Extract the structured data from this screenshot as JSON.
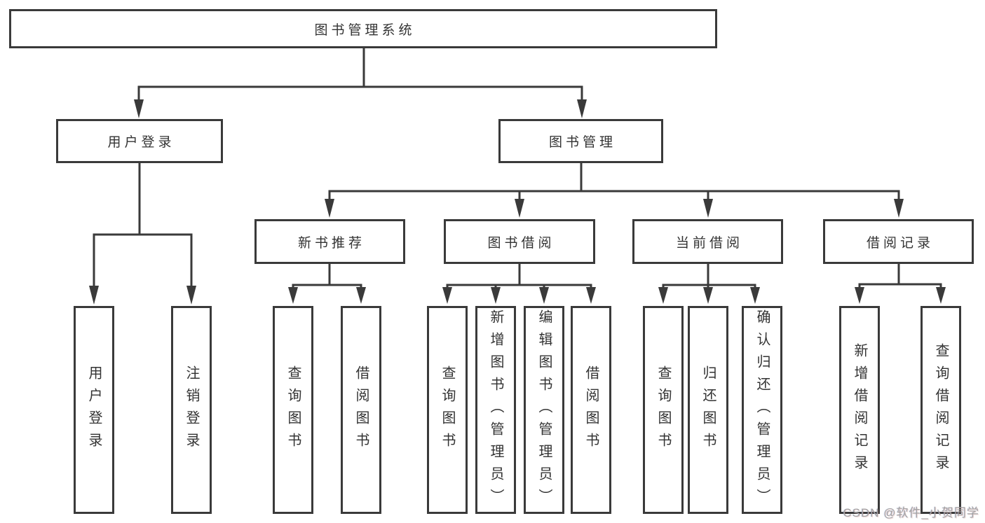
{
  "diagram": {
    "type": "tree",
    "title": "图书管理系统",
    "colors": {
      "line": "#3a3a3a",
      "box_border": "#3a3a3a",
      "text": "#333333",
      "background": "#ffffff",
      "watermark": "#a3a3a3"
    },
    "root": {
      "label": "图书管理系统",
      "children": [
        {
          "label": "用户登录",
          "children": [
            {
              "label": "用户登录"
            },
            {
              "label": "注销登录"
            }
          ]
        },
        {
          "label": "图书管理",
          "children": [
            {
              "label": "新书推荐",
              "children": [
                {
                  "label": "查询图书"
                },
                {
                  "label": "借阅图书"
                }
              ]
            },
            {
              "label": "图书借阅",
              "children": [
                {
                  "label": "查询图书"
                },
                {
                  "label": "新增图书（管理员）"
                },
                {
                  "label": "编辑图书（管理员）"
                },
                {
                  "label": "借阅图书"
                }
              ]
            },
            {
              "label": "当前借阅",
              "children": [
                {
                  "label": "查询图书"
                },
                {
                  "label": "归还图书"
                },
                {
                  "label": "确认归还（管理员）"
                }
              ]
            },
            {
              "label": "借阅记录",
              "children": [
                {
                  "label": "新增借阅记录"
                },
                {
                  "label": "查询借阅记录"
                }
              ]
            }
          ]
        }
      ]
    },
    "watermark": "CSDN @软件_小贺同学"
  }
}
